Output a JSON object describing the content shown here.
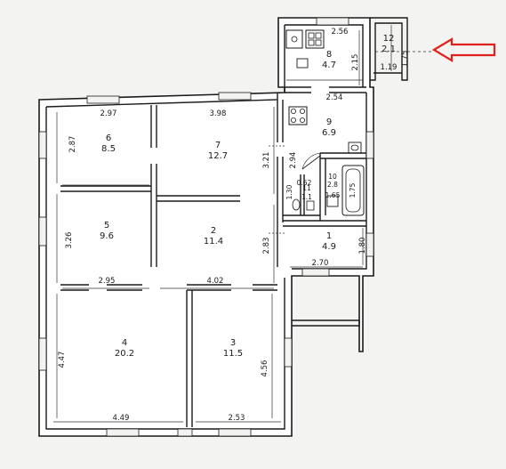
{
  "arrow_color": "#e0201b",
  "rooms": [
    {
      "id": "r1",
      "num": "1",
      "area": "4.9"
    },
    {
      "id": "r2",
      "num": "2",
      "area": "11.4"
    },
    {
      "id": "r3",
      "num": "3",
      "area": "11.5"
    },
    {
      "id": "r4",
      "num": "4",
      "area": "20.2"
    },
    {
      "id": "r5",
      "num": "5",
      "area": "9.6"
    },
    {
      "id": "r6",
      "num": "6",
      "area": "8.5"
    },
    {
      "id": "r7",
      "num": "7",
      "area": "12.7"
    },
    {
      "id": "r8",
      "num": "8",
      "area": "4.7"
    },
    {
      "id": "r9",
      "num": "9",
      "area": "6.9"
    },
    {
      "id": "r10",
      "num": "10",
      "area": "2.8"
    },
    {
      "id": "r11",
      "num": "11",
      "area": "1.1"
    },
    {
      "id": "r12",
      "num": "12",
      "area": "2.1"
    }
  ],
  "dims": {
    "d297": "2.97",
    "d398": "3.98",
    "d256": "2.56",
    "d254": "2.54",
    "d287": "2.87",
    "d321": "3.21",
    "d294": "2.94",
    "d215": "2.15",
    "d175a": "1.75",
    "d119": "1.19",
    "d062": "0.62",
    "d165": "1.65",
    "d175b": "1.75",
    "d326": "3.26",
    "d295": "2.95",
    "d402": "4.02",
    "d283": "2.83",
    "d180": "1.80",
    "d270": "2.70",
    "d447": "4.47",
    "d456": "4.56",
    "d449": "4.49",
    "d253": "2.53",
    "d130": "1.30"
  }
}
